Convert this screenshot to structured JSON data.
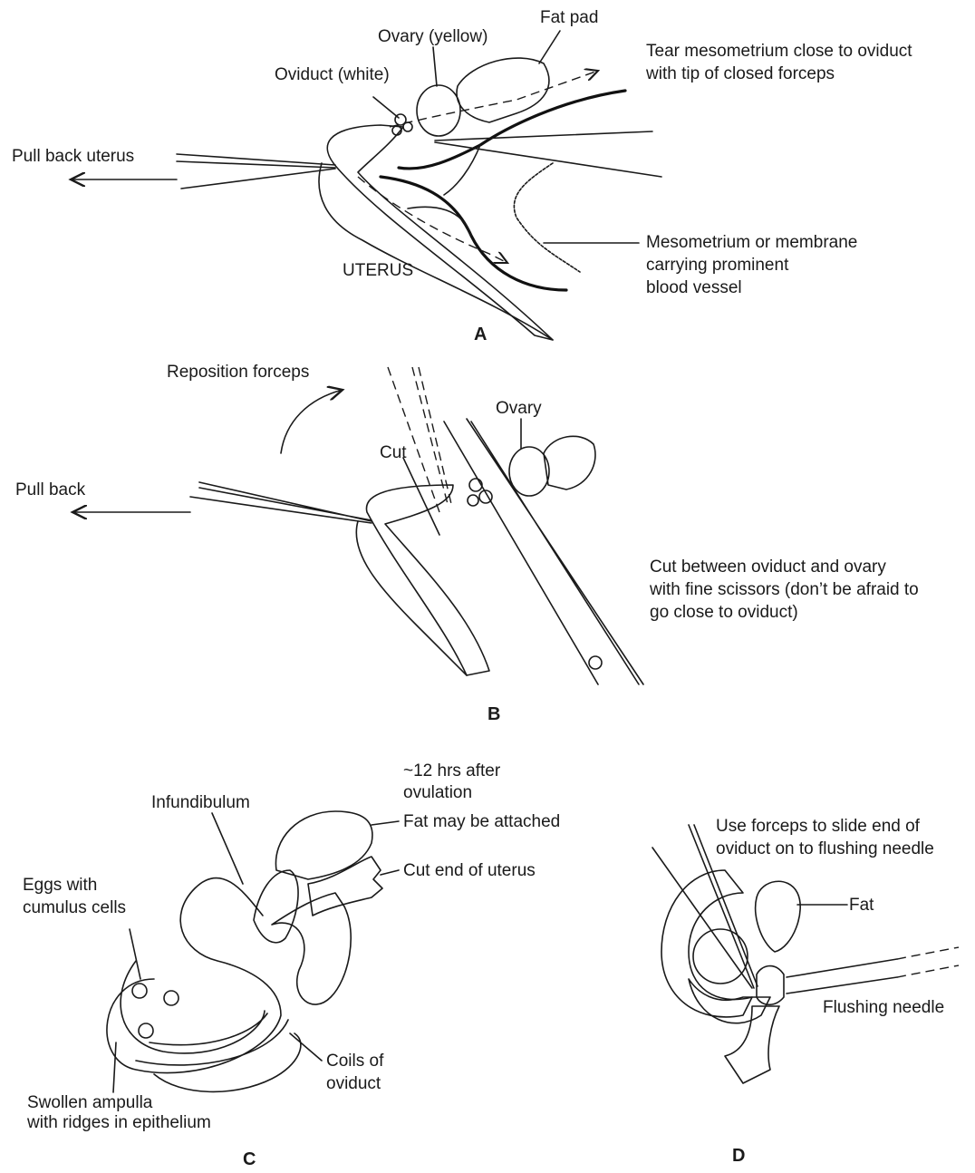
{
  "panels": {
    "a": {
      "letter": "A",
      "fat_pad": "Fat pad",
      "ovary": "Ovary (yellow)",
      "oviduct": "Oviduct (white)",
      "pull_back_uterus": "Pull back uterus",
      "tear": [
        "Tear mesometrium close to oviduct",
        "with tip of closed forceps"
      ],
      "uterus": "UTERUS",
      "mesometrium": [
        "Mesometrium or membrane",
        "carrying prominent",
        "blood vessel"
      ]
    },
    "b": {
      "letter": "B",
      "reposition": "Reposition forceps",
      "ovary": "Ovary",
      "cut": "Cut",
      "pull_back": "Pull back",
      "instruction": [
        "Cut between oviduct and ovary",
        "with fine scissors (don’t be afraid to",
        "go close to oviduct)"
      ]
    },
    "c": {
      "letter": "C",
      "timing": [
        "~12 hrs after",
        "ovulation"
      ],
      "infundibulum": "Infundibulum",
      "fat_attached": "Fat may be attached",
      "cut_end": "Cut end of uterus",
      "eggs": [
        "Eggs with",
        "cumulus cells"
      ],
      "coils": [
        "Coils of",
        "oviduct"
      ],
      "ampulla": [
        "Swollen ampulla",
        "with ridges in epithelium"
      ]
    },
    "d": {
      "letter": "D",
      "forceps": [
        "Use forceps to slide end of",
        "oviduct on to flushing needle"
      ],
      "fat": "Fat",
      "needle": "Flushing needle"
    }
  }
}
